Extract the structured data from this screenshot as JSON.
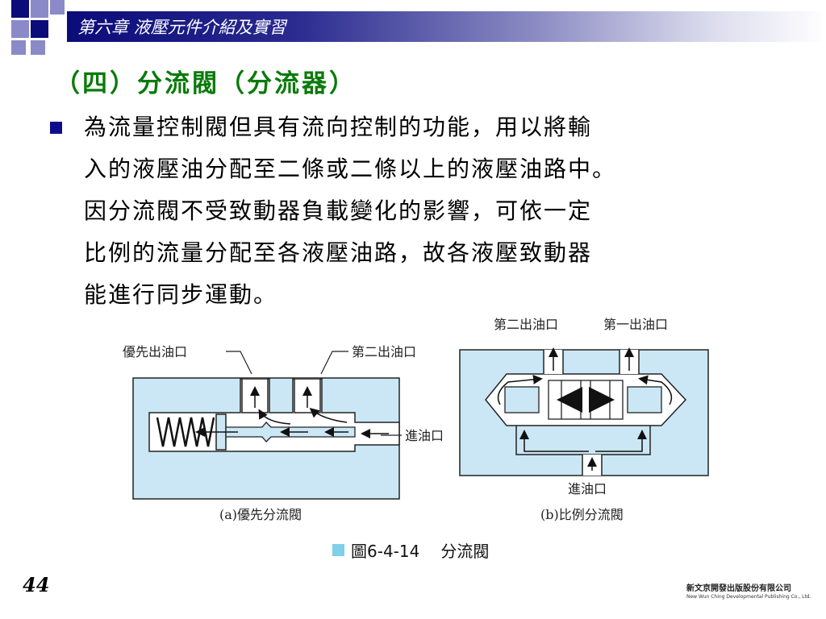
{
  "header": {
    "chapter_title": "第六章 液壓元件介紹及實習",
    "colors": {
      "dark_blue": "#0b0b7a",
      "light_blue": "#7f7fc4"
    }
  },
  "section": {
    "title": "（四）分流閥（分流器）"
  },
  "body": {
    "lines": [
      "為流量控制閥但具有流向控制的功能，用以將輸",
      "入的液壓油分配至二條或二條以上的液壓油路中。",
      "因分流閥不受致動器負載變化的影響，可依一定",
      "比例的流量分配至各液壓油路，故各液壓致動器",
      "能進行同步運動。"
    ]
  },
  "figure": {
    "diagram_a": {
      "priority_outlet": "優先出油口",
      "second_outlet": "第二出油口",
      "inlet": "進油口",
      "caption": "(a)優先分流閥"
    },
    "diagram_b": {
      "second_outlet": "第二出油口",
      "first_outlet": "第一出油口",
      "inlet": "進油口",
      "caption": "(b)比例分流閥"
    },
    "caption_number": "圖6-4-14",
    "caption_title": "分流閥",
    "fluid_color": "#cbe7f5"
  },
  "footer": {
    "page_number": "44",
    "publisher_name": "新文京開發出版股份有限公司",
    "publisher_en": "New Wun Ching Developmental Publishing Co., Ltd."
  }
}
